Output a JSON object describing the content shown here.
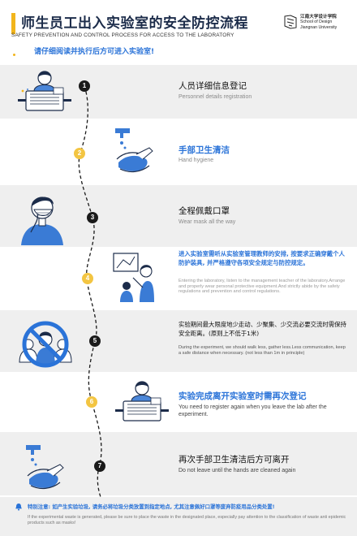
{
  "header": {
    "title_zh": "师生员工出入实验室的安全防控流程",
    "title_en": "SAFETY PREVENTION AND CONTROL PROCESS FOR ACCESS TO THE LABORATORY",
    "notice": "请仔细阅读并执行后方可进入实验室!",
    "logo": {
      "name_zh": "江南大学设计学院",
      "name_en_1": "School of Design",
      "name_en_2": "Jiangnan University"
    }
  },
  "steps": [
    {
      "num": "1",
      "title": "人员详细信息登记",
      "subtitle": "Personnel details registration"
    },
    {
      "num": "2",
      "title": "手部卫生清洁",
      "subtitle": "Hand hygiene"
    },
    {
      "num": "3",
      "title": "全程佩戴口罩",
      "subtitle": "Wear mask all the way"
    },
    {
      "num": "4",
      "text_zh": "进入实验室需听从实验室管理教师的安排, 按要求正确穿戴个人防护装具, 并严格遵守各项安全规定与防控规定。",
      "text_en": "Entering the laboratory, listen to the management teacher of the laboratory.Arrange and properly wear personal protective equipment.And strictly abide by the safety regulations and prevention and control regulations."
    },
    {
      "num": "5",
      "text_zh": "实验期间最大限度地少走动、少聚集、少交流必要交流时需保持安全距离。(原则上不低于1米)",
      "text_en": "During the experiment, we should walk less, gather less.Less communication, keep a safe distance when necessary. (not less than 1m in principle)"
    },
    {
      "num": "6",
      "title": "实验完成离开实验室时需再次登记",
      "subtitle": "You need to register again when you leave the lab after the experiment."
    },
    {
      "num": "7",
      "title": "再次手部卫生清洁后方可离开",
      "subtitle": "Do not leave until the hands are cleaned again"
    }
  ],
  "footer": {
    "text_zh": "特别注意: 如产生实验垃圾, 请务必将垃圾分类放置到指定地点, 尤其注意佩好口罩等废弃防疫用品分类处置!",
    "text_en": "If the experimental waste is generated, please be sure to place the waste in the designated place, especially pay attention to the classification of waste anti epidemic products such as masks!"
  },
  "colors": {
    "accent_gold": "#f2b51c",
    "blue": "#2a73d8",
    "navy": "#1c2c4a",
    "band_gray": "#efefef"
  }
}
